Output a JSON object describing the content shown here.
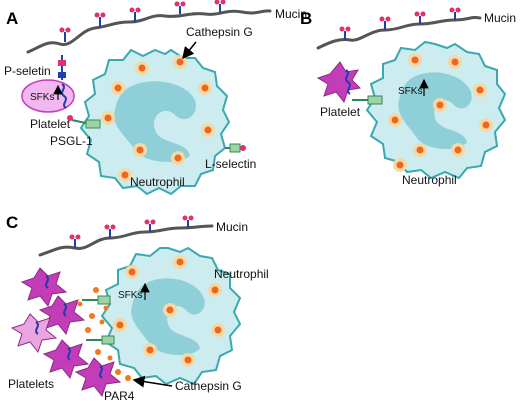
{
  "colors": {
    "cell_fill": "#cdecef",
    "cell_stroke": "#3aa8b0",
    "nucleus": "#8fd0d8",
    "granule_outer": "#f2d9a6",
    "granule_inner": "#f0661f",
    "platelet_active": "#c43db8",
    "platelet_active_light": "#e9a5e0",
    "platelet_resting": "#f0b8ee",
    "mucin": "#555555",
    "receptor_blue": "#1f3fb0",
    "psgl1_green": "#2e8b57",
    "cathepsin_orange": "#f07a1a"
  },
  "panel_a": {
    "tag": "A",
    "mucin": "Mucin",
    "cathepsin_g": "Cathepsin G",
    "p_selectin": "P-seletin",
    "sfks": "SFKs",
    "platelet": "Platelet",
    "psgl1": "PSGL-1",
    "l_selectin": "L-selectin",
    "neutrophil": "Neutrophil"
  },
  "panel_b": {
    "tag": "B",
    "mucin": "Mucin",
    "platelet": "Platelet",
    "sfks": "SFKs",
    "neutrophil": "Neutrophil"
  },
  "panel_c": {
    "tag": "C",
    "mucin": "Mucin",
    "neutrophil": "Neutrophil",
    "sfks": "SFKs",
    "platelets": "Platelets",
    "par4": "PAR4",
    "cathepsin_g": "Cathepsin G"
  }
}
